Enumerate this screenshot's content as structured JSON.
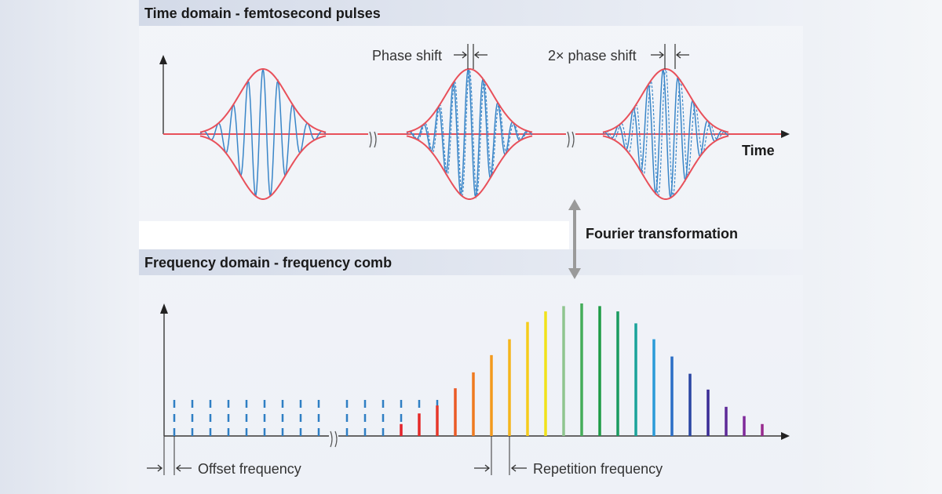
{
  "time_domain": {
    "title": "Time domain - femtosecond pulses",
    "axis_label": "Time",
    "phase_shift_label": "Phase shift",
    "double_phase_shift_label": "2× phase shift",
    "pulse_count": 3
  },
  "transform_label": "Fourier transformation",
  "frequency_domain": {
    "title": "Frequency domain - frequency comb",
    "offset_label": "Offset frequency",
    "repetition_label": "Repetition frequency",
    "dashed_lines_before_break": 9,
    "dashed_lines_after_break": 6,
    "comb_amplitudes": [
      0.09,
      0.17,
      0.23,
      0.36,
      0.48,
      0.61,
      0.73,
      0.86,
      0.94,
      0.98,
      1.0,
      0.98,
      0.94,
      0.85,
      0.73,
      0.6,
      0.47,
      0.35,
      0.22,
      0.15,
      0.09
    ],
    "comb_colors": [
      "#e3232b",
      "#e52a28",
      "#e6372a",
      "#ea5a26",
      "#ef7a1f",
      "#f39a1e",
      "#f5b51c",
      "#f6cc1b",
      "#f1e21a",
      "#8fc58f",
      "#45ad5a",
      "#1d9b45",
      "#1a9b60",
      "#1aa39a",
      "#2b9bd8",
      "#2b6ec6",
      "#2a46a3",
      "#3a2c96",
      "#5e2a98",
      "#7f2a9a",
      "#972a8e"
    ],
    "colors": {
      "dashed": "#2f7fc4",
      "axis": "#555555"
    }
  },
  "colors": {
    "envelope": "#e8505a",
    "carrier": "#3a86c8",
    "header_bg": "#d8deea",
    "arrow": "#9a9a9a"
  }
}
